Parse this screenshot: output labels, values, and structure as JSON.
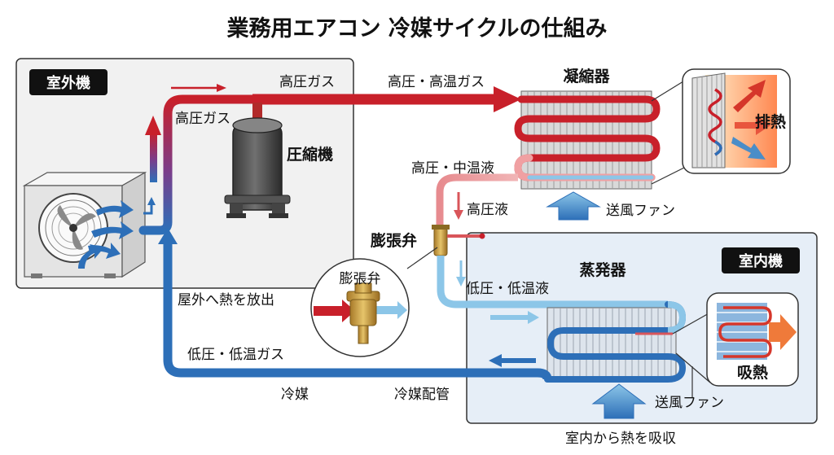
{
  "title": "業務用エアコン 冷媒サイクルの仕組み",
  "outdoor": {
    "tag": "室外機"
  },
  "indoor": {
    "tag": "室内機"
  },
  "labels": {
    "hp_gas_top": "高圧ガス",
    "hp_gas_mid": "高圧ガス",
    "hp_ht_gas": "高圧・高温ガス",
    "compressor": "圧縮機",
    "condenser": "凝縮器",
    "heat_exhaust": "排熱",
    "hp_mt_liquid": "高圧・中温液",
    "hp_liquid": "高圧液",
    "fan_top": "送風ファン",
    "expansion_valve": "膨張弁",
    "expansion_valve_detail": "膨張弁",
    "evaporator": "蒸発器",
    "lp_lt_liquid": "低圧・低温液",
    "release_heat": "屋外へ熱を放出",
    "lp_lt_gas": "低圧・低温ガス",
    "heat_absorb": "吸熱",
    "fan_bottom": "送風ファン",
    "refrigerant": "冷媒",
    "refrigerant_pipe": "冷媒配管",
    "absorb_heat_indoor": "室内から熱を吸収"
  },
  "colors": {
    "hot": "#c8202a",
    "cold": "#2d6fb8",
    "light_cold": "#8cc6e8",
    "tag_bg": "#111111",
    "panel_outdoor": "#f1f1f1",
    "panel_indoor": "#e6eef7"
  },
  "icons": [
    "outdoor-unit-icon",
    "fan-icon",
    "compressor-icon",
    "condenser-coil-icon",
    "evaporator-coil-icon",
    "expansion-valve-icon",
    "heat-exhaust-icon",
    "heat-absorb-icon",
    "blower-arrow-icon"
  ]
}
